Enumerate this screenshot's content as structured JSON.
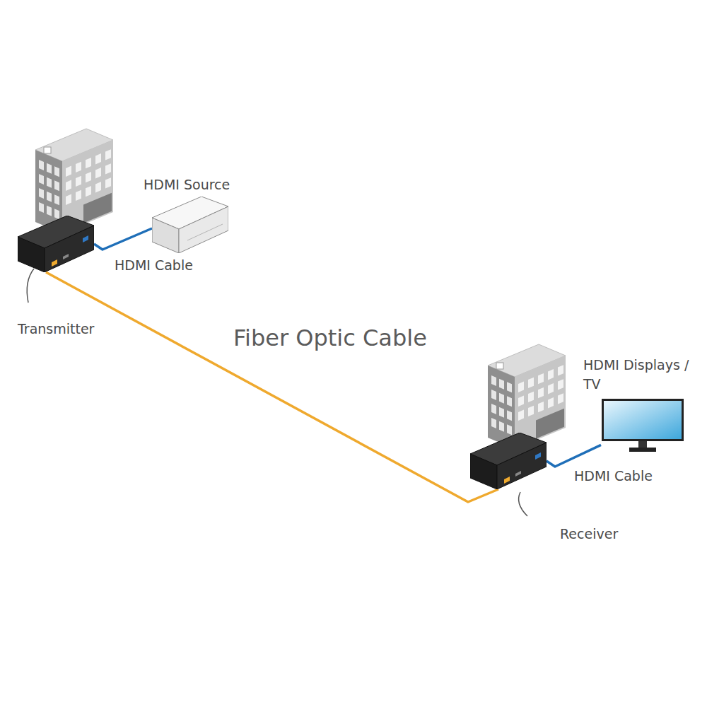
{
  "diagram": {
    "nodes": [
      {
        "text": [
          "Transmitter"
        ]
      },
      {
        "text": [
          "HDMI Source"
        ]
      },
      {
        "text": [
          "Receiver"
        ]
      },
      {
        "text": [
          "HDMI Displays / TV"
        ]
      }
    ],
    "edges": [
      {
        "from": 1,
        "to": 0,
        "arrow": "none",
        "label": "HDMI Cable"
      },
      {
        "from": 0,
        "to": 2,
        "arrow": "none",
        "label": "Fiber Optic Cable"
      },
      {
        "from": 2,
        "to": 3,
        "arrow": "none",
        "label": "HDMI Cable"
      }
    ]
  }
}
